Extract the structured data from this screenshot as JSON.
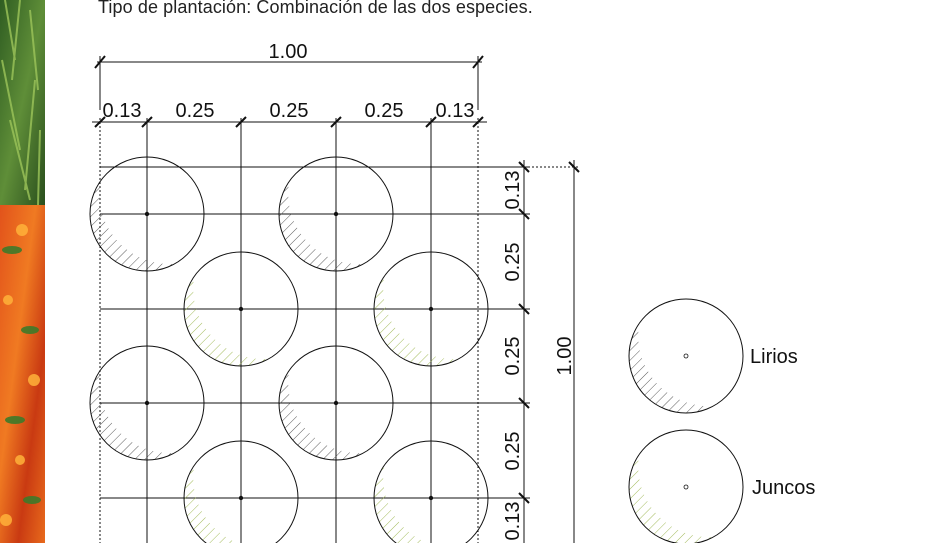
{
  "subtitle": "Tipo de plantación: Combinación de las dos especies.",
  "dimensions": {
    "total_width": "1.00",
    "total_height": "1.00",
    "top_segments": [
      "0.13",
      "0.25",
      "0.25",
      "0.25",
      "0.13"
    ],
    "side_segments": [
      "0.13",
      "0.25",
      "0.25",
      "0.25",
      "0.13"
    ]
  },
  "legend": [
    {
      "label": "Lirios",
      "hatch_color": "#4a4a4a"
    },
    {
      "label": "Juncos",
      "hatch_color": "#9ab54a"
    }
  ],
  "plants": [
    {
      "species": "Lirios",
      "row": 1,
      "col": 1
    },
    {
      "species": "Lirios",
      "row": 1,
      "col": 3
    },
    {
      "species": "Juncos",
      "row": 2,
      "col": 2
    },
    {
      "species": "Juncos",
      "row": 2,
      "col": 4
    },
    {
      "species": "Lirios",
      "row": 3,
      "col": 1
    },
    {
      "species": "Lirios",
      "row": 3,
      "col": 3
    },
    {
      "species": "Juncos",
      "row": 4,
      "col": 2
    },
    {
      "species": "Juncos",
      "row": 4,
      "col": 4
    }
  ],
  "colors": {
    "line": "#111111",
    "lirios_hatch": "#4a4a4a",
    "juncos_hatch": "#9ab54a"
  }
}
